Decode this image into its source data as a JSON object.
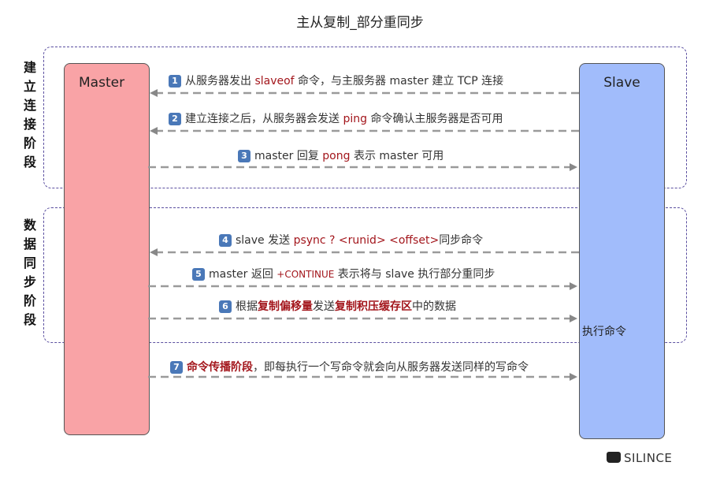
{
  "title": "主从复制_部分重同步",
  "phases": {
    "connect": "建立连接阶段",
    "sync": "数据同步阶段"
  },
  "lanes": {
    "master": "Master",
    "slave": "Slave"
  },
  "messages": [
    {
      "num": "1",
      "parts": [
        "从服务器发出 ",
        "slaveof",
        " 命令，与主服务器 master 建立 TCP 连接"
      ]
    },
    {
      "num": "2",
      "parts": [
        "建立连接之后，从服务器会发送 ",
        "ping",
        " 命令确认主服务器是否可用"
      ]
    },
    {
      "num": "3",
      "parts": [
        "master 回复 ",
        "pong",
        " 表示 master 可用"
      ]
    },
    {
      "num": "4",
      "parts": [
        "slave 发送 ",
        "psync ? <runid> <offset>",
        "同步命令"
      ]
    },
    {
      "num": "5",
      "parts": [
        "master 返回 ",
        "+CONTINUE",
        " 表示将与 slave 执行部分重同步"
      ]
    },
    {
      "num": "6",
      "parts": [
        "根据",
        "复制偏移量",
        "发送",
        "复制积压缓存区",
        "中的数据"
      ]
    },
    {
      "num": "7",
      "parts": [
        "命令传播阶段",
        "，即每执行一个写命令就会向从服务器发送同样的写命令"
      ]
    }
  ],
  "exec_label": "执行命令",
  "brand": "SILINCE"
}
